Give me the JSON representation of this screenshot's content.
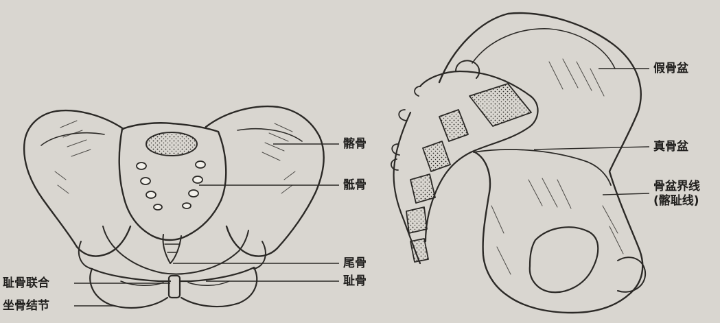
{
  "figure": {
    "front_view": {
      "labels": {
        "ilium": "髂骨",
        "sacrum": "骶骨",
        "coccyx": "尾骨",
        "pubis": "耻骨",
        "pubic_symphysis": "耻骨联合",
        "ischial_tuberosity": "坐骨结节"
      }
    },
    "side_view": {
      "labels": {
        "false_pelvis": "假骨盆",
        "true_pelvis": "真骨盆",
        "pelvic_brim_line1": "骨盆界线",
        "pelvic_brim_line2": "(髂耻线)"
      }
    }
  },
  "colors": {
    "paper": "#d9d6d0",
    "ink": "#2b2926",
    "label": "#1f1e1c"
  }
}
